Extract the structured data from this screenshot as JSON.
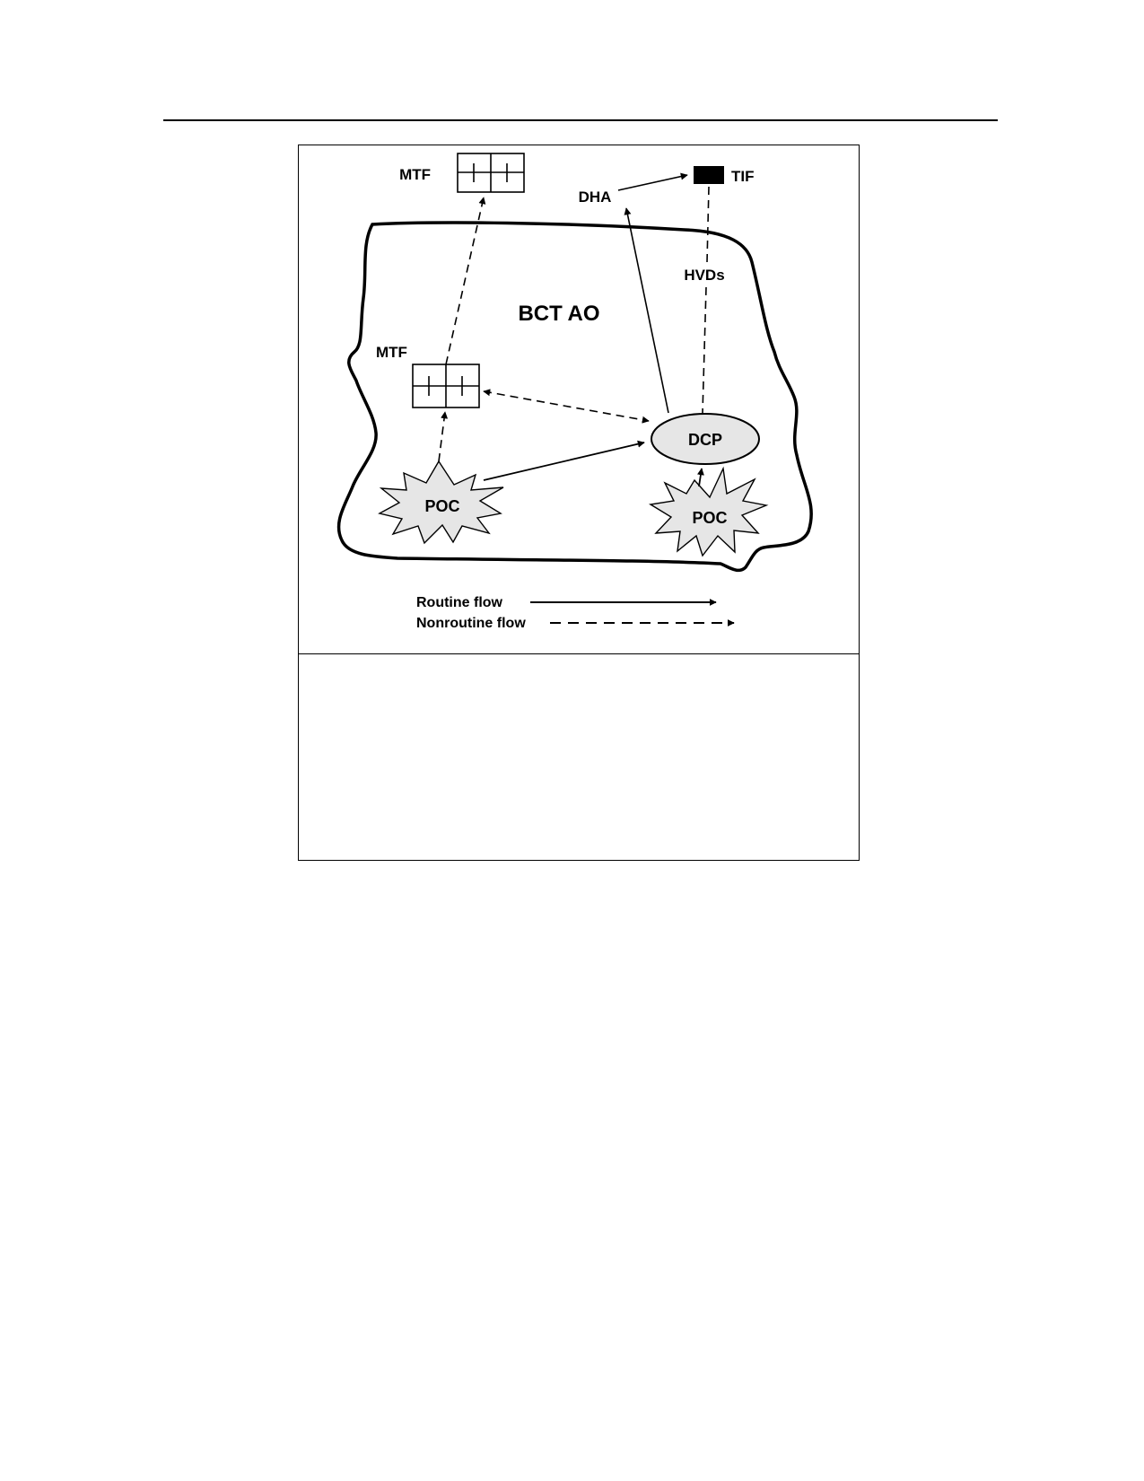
{
  "diagram": {
    "area_label": "BCT AO",
    "nodes": {
      "mtf_top": "MTF",
      "mtf_inner": "MTF",
      "dha": "DHA",
      "tif": "TIF",
      "hvds": "HVDs",
      "dcp": "DCP",
      "poc_left": "POC",
      "poc_right": "POC"
    },
    "legend": {
      "routine": "Routine flow",
      "nonroutine": "Nonroutine flow"
    },
    "colors": {
      "node_fill": "#e6e6e6",
      "line": "#000000",
      "tif_fill": "#000000"
    }
  }
}
